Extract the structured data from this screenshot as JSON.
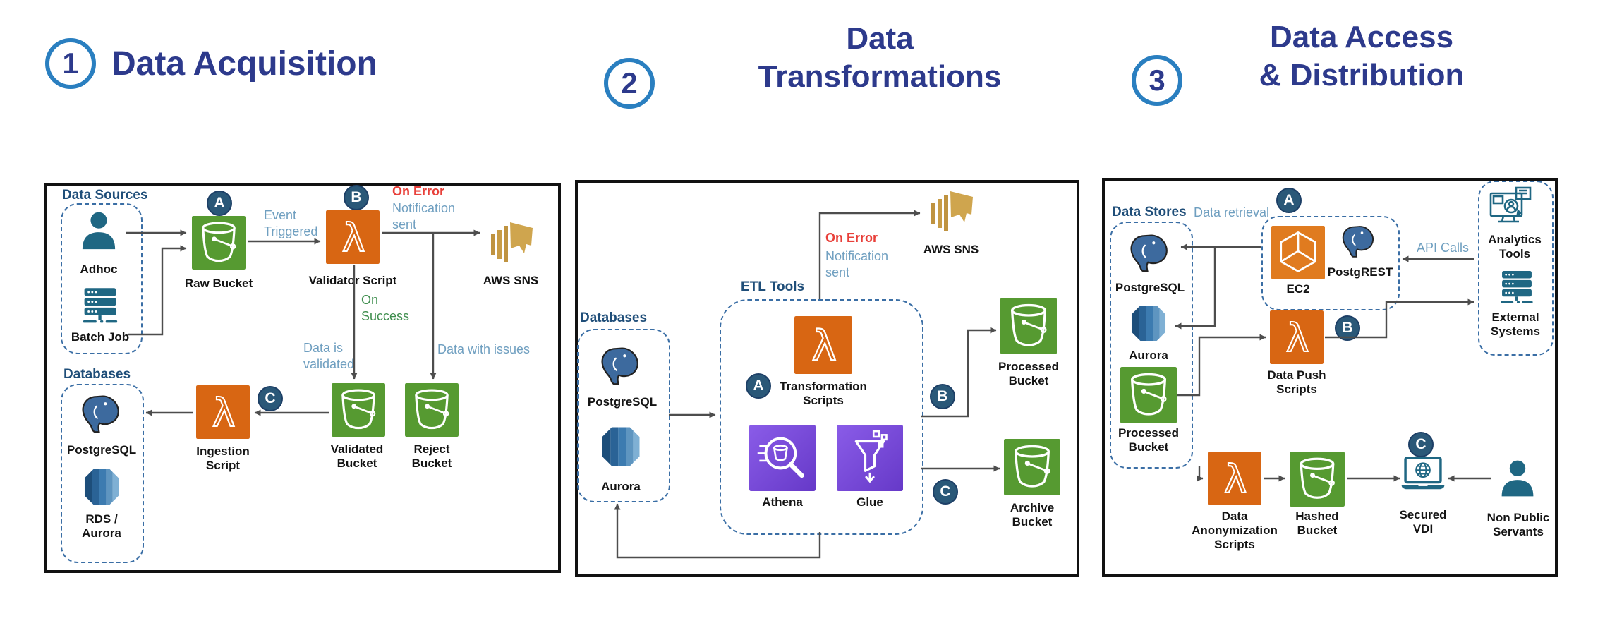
{
  "panel1": {
    "number": "1",
    "title": "Data Acquisition",
    "groups": {
      "data_sources": "Data Sources",
      "databases": "Databases"
    },
    "nodes": {
      "adhoc": "Adhoc",
      "batch_job": "Batch Job",
      "raw_bucket": "Raw Bucket",
      "validator_script": "Validator Script",
      "aws_sns": "AWS SNS",
      "validated_bucket": "Validated\nBucket",
      "reject_bucket": "Reject\nBucket",
      "ingestion_script": "Ingestion\nScript",
      "postgresql": "PostgreSQL",
      "rds_aurora": "RDS /\nAurora"
    },
    "badges": {
      "a": "A",
      "b": "B",
      "c": "C"
    },
    "edge_labels": {
      "event_triggered": "Event\nTriggered",
      "on_error": "On Error",
      "notification_sent": "Notification\nsent",
      "on_success": "On\nSuccess",
      "data_is_validated": "Data is\nvalidated",
      "data_with_issues": "Data with issues"
    }
  },
  "panel2": {
    "number": "2",
    "title": "Data\nTransformations",
    "groups": {
      "databases": "Databases",
      "etl_tools": "ETL Tools"
    },
    "nodes": {
      "postgresql": "PostgreSQL",
      "aurora": "Aurora",
      "transformation_scripts": "Transformation\nScripts",
      "athena": "Athena",
      "glue": "Glue",
      "aws_sns": "AWS SNS",
      "processed_bucket": "Processed\nBucket",
      "archive_bucket": "Archive\nBucket"
    },
    "badges": {
      "a": "A",
      "b": "B",
      "c": "C"
    },
    "edge_labels": {
      "on_error": "On Error",
      "notification_sent": "Notification\nsent"
    }
  },
  "panel3": {
    "number": "3",
    "title": "Data Access\n& Distribution",
    "groups": {
      "data_stores": "Data Stores"
    },
    "nodes": {
      "postgresql": "PostgreSQL",
      "aurora": "Aurora",
      "processed_bucket": "Processed\nBucket",
      "ec2": "EC2",
      "postgrest": "PostgREST",
      "data_push_scripts": "Data Push\nScripts",
      "analytics_tools": "Analytics\nTools",
      "external_systems": "External\nSystems",
      "data_anonymization_scripts": "Data\nAnonymization\nScripts",
      "hashed_bucket": "Hashed\nBucket",
      "secured_vdi": "Secured\nVDI",
      "non_public_servants": "Non Public\nServants"
    },
    "badges": {
      "a": "A",
      "b": "B",
      "c": "C"
    },
    "edge_labels": {
      "data_retrieval": "Data retrieval",
      "api_calls": "API Calls"
    }
  }
}
